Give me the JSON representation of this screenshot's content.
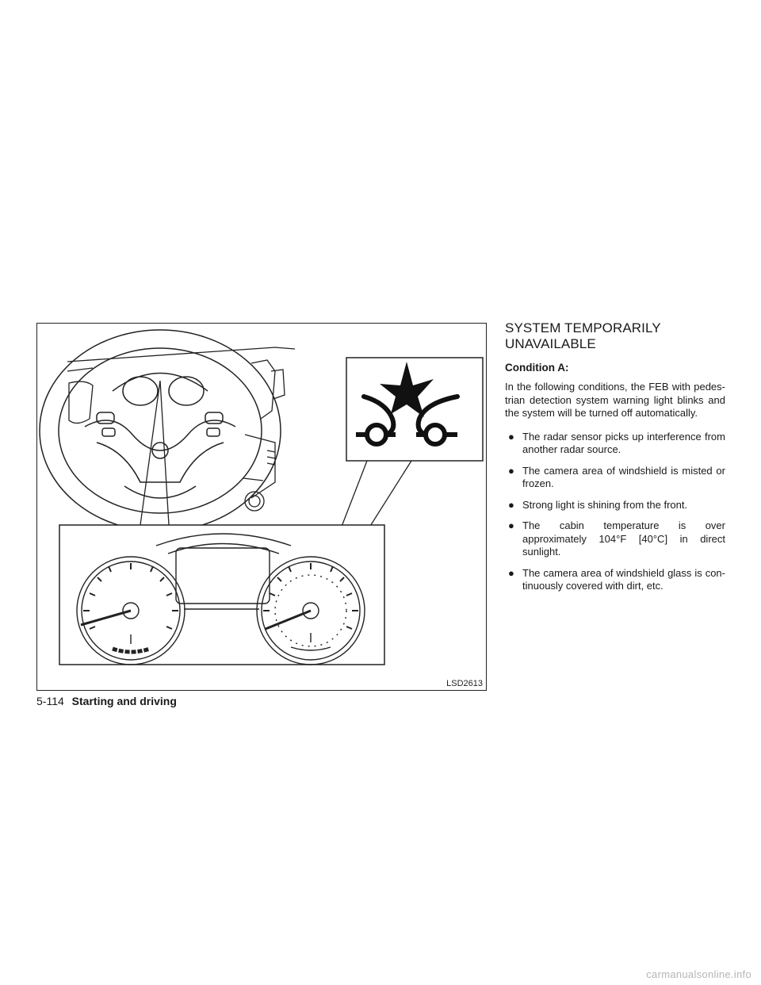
{
  "figure": {
    "code": "LSD2613",
    "icons": {
      "steering": "steering-wheel-icon",
      "warning": "feb-pedestrian-warning-light-icon",
      "cluster": "instrument-cluster-icon"
    }
  },
  "section": {
    "heading_line1": "SYSTEM TEMPORARILY",
    "heading_line2": "UNAVAILABLE",
    "subheading": "Condition A:",
    "intro": "In the following conditions, the FEB with pedes-trian detection system warning light blinks and the system will be turned off automatically.",
    "bullets": [
      "The radar sensor picks up interference from another radar source.",
      "The camera area of windshield is misted or frozen.",
      "Strong light is shining from the front.",
      "The cabin temperature is over approximately 104°F [40°C] in direct sunlight.",
      "The camera area of windshield glass is con-tinuously covered with dirt, etc."
    ],
    "bullet_glyph": "●"
  },
  "footer": {
    "page_number": "5-114",
    "section_title": "Starting and driving"
  },
  "watermark": "carmanualsonline.info"
}
